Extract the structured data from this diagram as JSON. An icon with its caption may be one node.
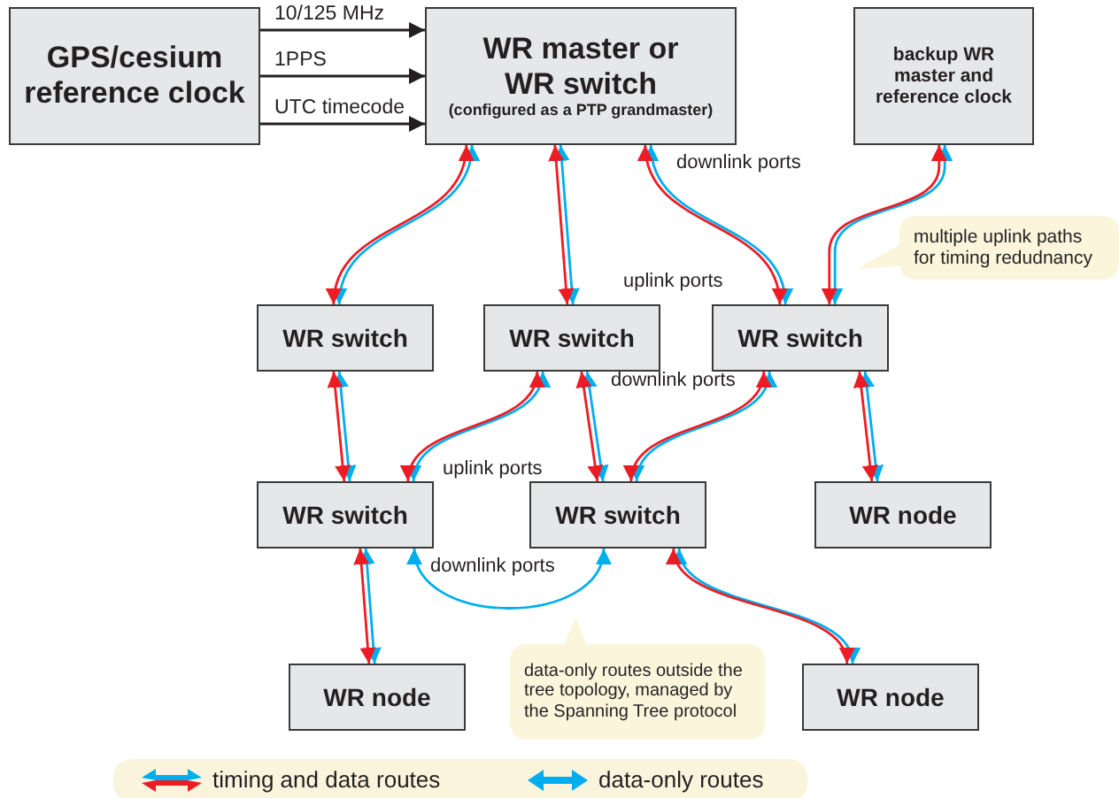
{
  "diagram": {
    "nodes": [
      {
        "text": [
          "GPS/cesium reference clock"
        ]
      },
      {
        "text": [
          "WR master or WR switch",
          "(configured as a PTP grandmaster)"
        ]
      },
      {
        "text": [
          "backup WR master and reference clock"
        ]
      },
      {
        "text": [
          "WR switch"
        ]
      },
      {
        "text": [
          "WR switch"
        ]
      },
      {
        "text": [
          "WR switch"
        ]
      },
      {
        "text": [
          "WR switch"
        ]
      },
      {
        "text": [
          "WR switch"
        ]
      },
      {
        "text": [
          "WR node"
        ]
      },
      {
        "text": [
          "WR node"
        ]
      },
      {
        "text": [
          "WR node"
        ]
      },
      {
        "text": [
          "multiple uplink paths for timing redudnancy"
        ]
      },
      {
        "text": [
          "data-only routes outside the tree topology, managed by the Spanning Tree protocol"
        ]
      }
    ],
    "edges": [
      {
        "from": 0,
        "to": 1,
        "arrow": "to",
        "label": "10/125 MHz",
        "color": "#231f20"
      },
      {
        "from": 0,
        "to": 1,
        "arrow": "to",
        "label": "1PPS",
        "color": "#231f20"
      },
      {
        "from": 0,
        "to": 1,
        "arrow": "to",
        "label": "UTC timecode",
        "color": "#231f20"
      },
      {
        "from": 1,
        "to": 3,
        "arrow": "both"
      },
      {
        "from": 1,
        "to": 4,
        "arrow": "both"
      },
      {
        "from": 1,
        "to": 5,
        "arrow": "both"
      },
      {
        "from": 2,
        "to": 5,
        "arrow": "both"
      },
      {
        "from": 3,
        "to": 6,
        "arrow": "both"
      },
      {
        "from": 4,
        "to": 6,
        "arrow": "both"
      },
      {
        "from": 4,
        "to": 7,
        "arrow": "both"
      },
      {
        "from": 5,
        "to": 7,
        "arrow": "both"
      },
      {
        "from": 5,
        "to": 8,
        "arrow": "both"
      },
      {
        "from": 6,
        "to": 9,
        "arrow": "both"
      },
      {
        "from": 6,
        "to": 7,
        "arrow": "both",
        "color": "#00aeef"
      },
      {
        "from": 7,
        "to": 10,
        "arrow": "both"
      }
    ],
    "labels": [
      "downlink ports",
      "uplink ports",
      "downlink ports",
      "uplink ports",
      "downlink ports"
    ],
    "legend": [
      {
        "text": "timing and data routes"
      },
      {
        "text": "data-only routes"
      }
    ]
  }
}
